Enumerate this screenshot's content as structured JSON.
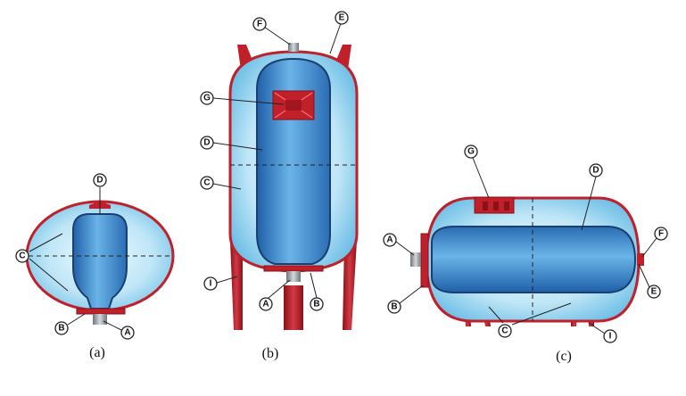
{
  "colors": {
    "shell_red": "#c0202a",
    "shell_dark": "#8a1119",
    "water_light": "#d8f0fb",
    "water_mid": "#7fc6ea",
    "bladder_light": "#5aa8e0",
    "bladder_dark": "#1f5fa8",
    "valve_grey": "#9aa0a6"
  },
  "diagrams": [
    {
      "caption": "(a)",
      "callouts": [
        "D",
        "C",
        "B",
        "A"
      ]
    },
    {
      "caption": "(b)",
      "callouts": [
        "F",
        "E",
        "G",
        "D",
        "C",
        "I",
        "A",
        "B"
      ]
    },
    {
      "caption": "(c)",
      "callouts": [
        "G",
        "D",
        "A",
        "F",
        "B",
        "E",
        "C",
        "I"
      ]
    }
  ]
}
